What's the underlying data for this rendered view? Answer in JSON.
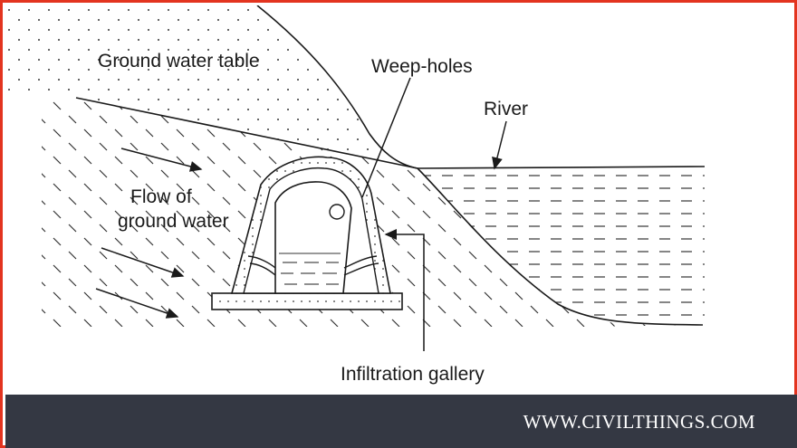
{
  "labels": {
    "ground_water_table": "Ground water table",
    "weep_holes": "Weep-holes",
    "river": "River",
    "flow_line1": "Flow of",
    "flow_line2": "ground water",
    "infiltration_gallery": "Infiltration gallery"
  },
  "footer": {
    "site": "WWW.CIVILTHINGS.COM"
  },
  "colors": {
    "border": "#e3341f",
    "footer_bg": "#343843",
    "ink": "#1a1a1a",
    "footer_text": "#ffffff"
  }
}
